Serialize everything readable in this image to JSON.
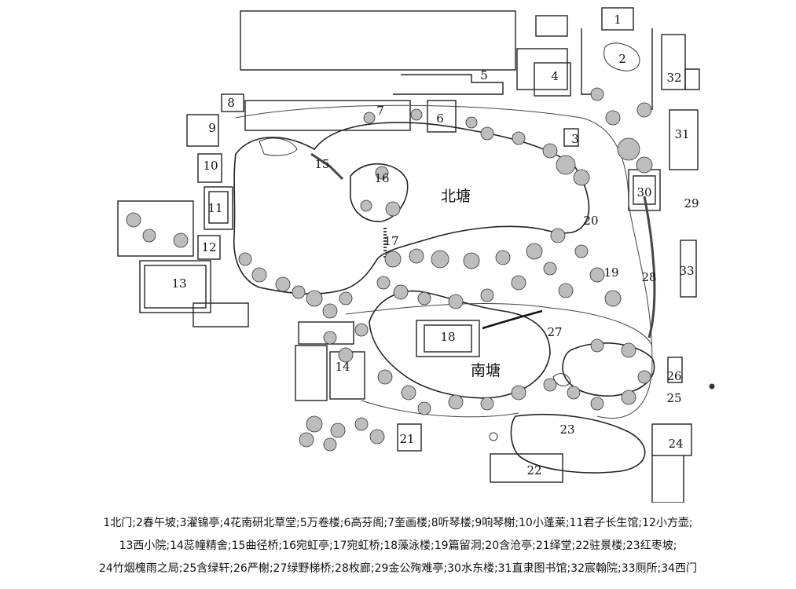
{
  "map": {
    "pond_labels": {
      "north": "北塘",
      "south": "南塘"
    },
    "site_numbers": [
      "1",
      "2",
      "3",
      "4",
      "5",
      "6",
      "7",
      "8",
      "9",
      "10",
      "11",
      "12",
      "13",
      "14",
      "15",
      "16",
      "17",
      "18",
      "19",
      "20",
      "21",
      "22",
      "23",
      "24",
      "25",
      "26",
      "27",
      "28",
      "29",
      "30",
      "31",
      "32",
      "33"
    ],
    "colors": {
      "line": "#222222",
      "paper": "#ffffff",
      "vegetation": "#555555"
    }
  },
  "legend": {
    "lines": [
      "1北门;2春午坡;3濯锦亭;4花南研北草堂;5万卷楼;6高芬阁;7奎画楼;8听琴楼;9响琴榭;10小蓬莱;11君子长生馆;12小方壶;",
      "13西小院;14蕊幢精舍;15曲径桥;16宛虹亭;17宛虹桥;18藻泳楼;19篇留洞;20含沧亭;21绎堂;22驻景楼;23红枣坡;",
      "24竹烟槐雨之局;25含绿轩;26严榭;27绿野梯桥;28枚廊;29金公殉难亭;30水东楼;31直隶图书馆;32宸翰院;33厕所;34西门"
    ]
  }
}
